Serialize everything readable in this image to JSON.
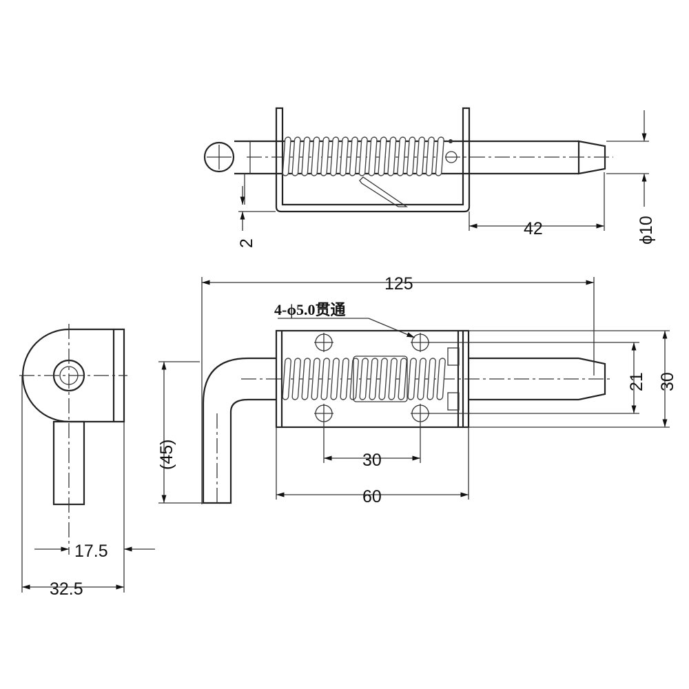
{
  "top_view": {
    "dim_gap": "2",
    "dim_tip_length": "42",
    "dim_diameter": "ϕ10"
  },
  "front_view": {
    "dim_overall": "125",
    "hole_note": "4-ϕ5.0贯通",
    "dim_hole_vertical": "21",
    "dim_body_height": "30",
    "dim_hole_horizontal": "30",
    "dim_body_length": "60",
    "dim_leg_height": "(45)"
  },
  "side_view": {
    "dim_center": "17.5",
    "dim_width": "32.5"
  }
}
